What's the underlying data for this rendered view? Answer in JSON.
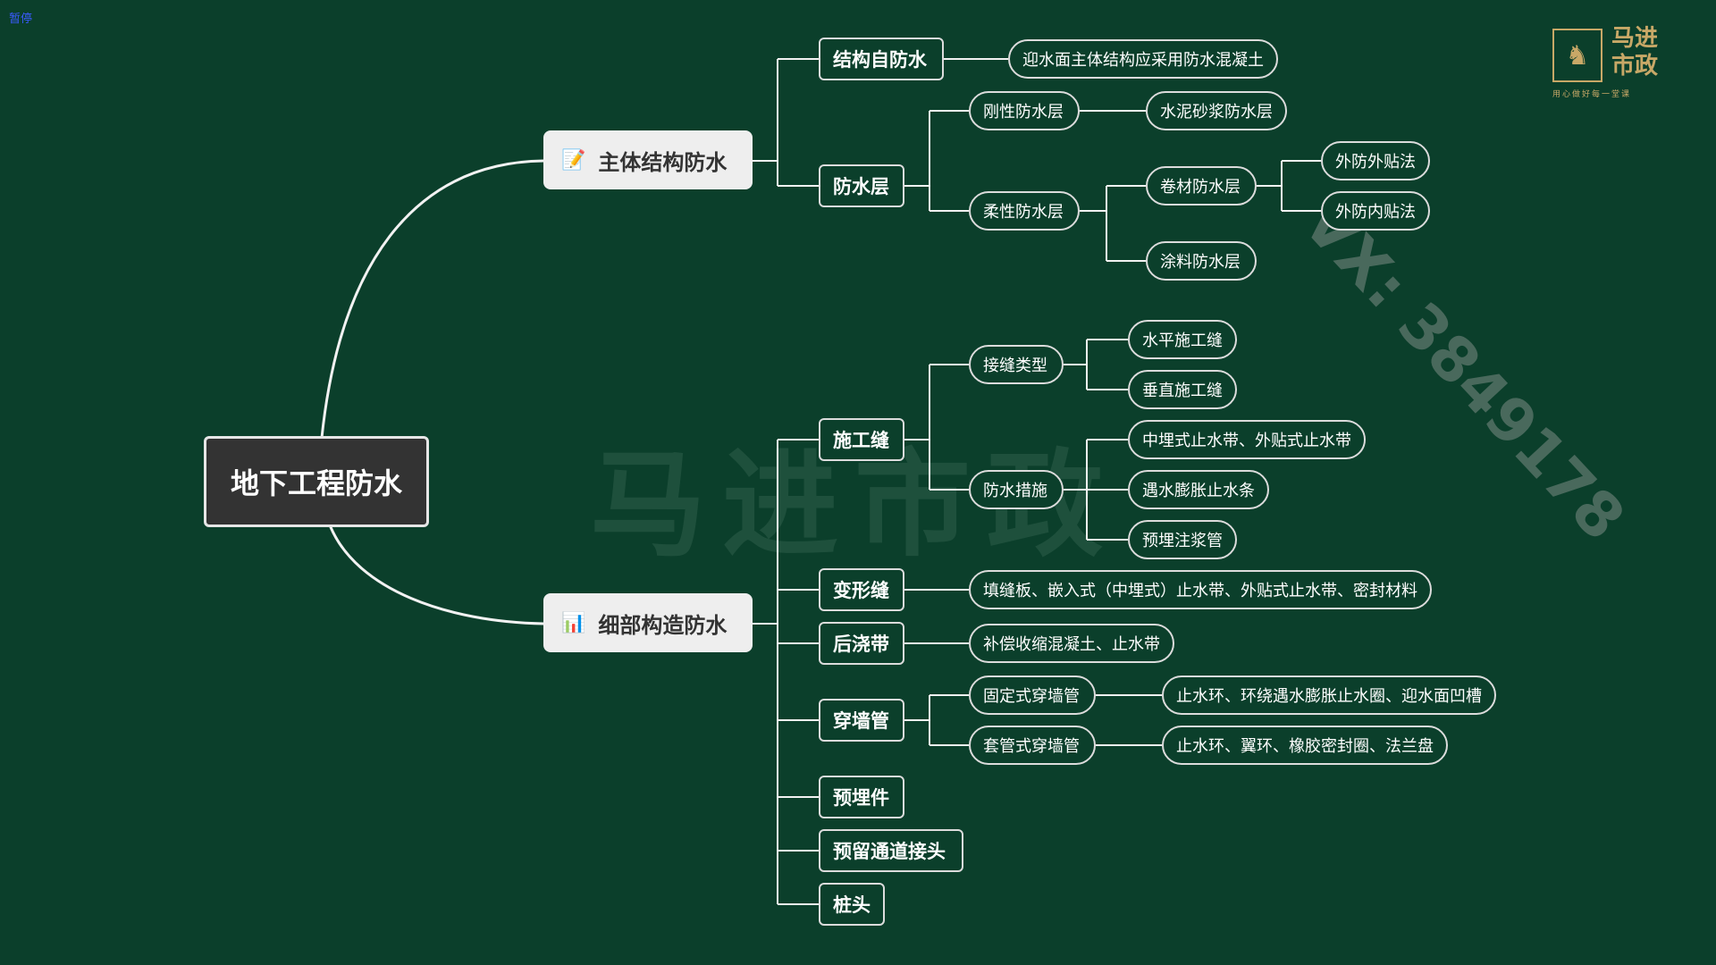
{
  "status": "暂停",
  "watermark": "马进市政",
  "contact": "VX: 3849178",
  "logo": {
    "icon": "horse-icon",
    "line1": "马进",
    "line2": "市政",
    "slogan": "用心做好每一堂课"
  },
  "colors": {
    "background": "#0b3f2b",
    "line": "#f2f2f2",
    "main_fill": "#eeeeee",
    "logo": "#c8a867"
  },
  "mindmap": {
    "root": "地下工程防水",
    "branch1": {
      "label": "主体结构防水",
      "icon": "memo-icon",
      "structural": {
        "label": "结构自防水",
        "detail": "迎水面主体结构应采用防水混凝土"
      },
      "waterproof_layer": {
        "label": "防水层",
        "rigid": {
          "label": "刚性防水层",
          "detail": "水泥砂浆防水层"
        },
        "flexible": {
          "label": "柔性防水层",
          "membrane": {
            "label": "卷材防水层",
            "methods": [
              "外防外贴法",
              "外防内贴法"
            ]
          },
          "coating": "涂料防水层"
        }
      }
    },
    "branch2": {
      "label": "细部构造防水",
      "icon": "diagram-icon",
      "construction_joint": {
        "label": "施工缝",
        "types": {
          "label": "接缝类型",
          "items": [
            "水平施工缝",
            "垂直施工缝"
          ]
        },
        "measures": {
          "label": "防水措施",
          "items": [
            "中埋式止水带、外贴式止水带",
            "遇水膨胀止水条",
            "预埋注浆管"
          ]
        }
      },
      "deformation_joint": {
        "label": "变形缝",
        "detail": "填缝板、嵌入式（中埋式）止水带、外贴式止水带、密封材料"
      },
      "post_pour_strip": {
        "label": "后浇带",
        "detail": "补偿收缩混凝土、止水带"
      },
      "wall_pipe": {
        "label": "穿墙管",
        "fixed": {
          "label": "固定式穿墙管",
          "detail": "止水环、环绕遇水膨胀止水圈、迎水面凹槽"
        },
        "sleeve": {
          "label": "套管式穿墙管",
          "detail": "止水环、翼环、橡胶密封圈、法兰盘"
        }
      },
      "embedded": "预埋件",
      "reserved_channel": "预留通道接头",
      "pile_head": "桩头"
    }
  }
}
